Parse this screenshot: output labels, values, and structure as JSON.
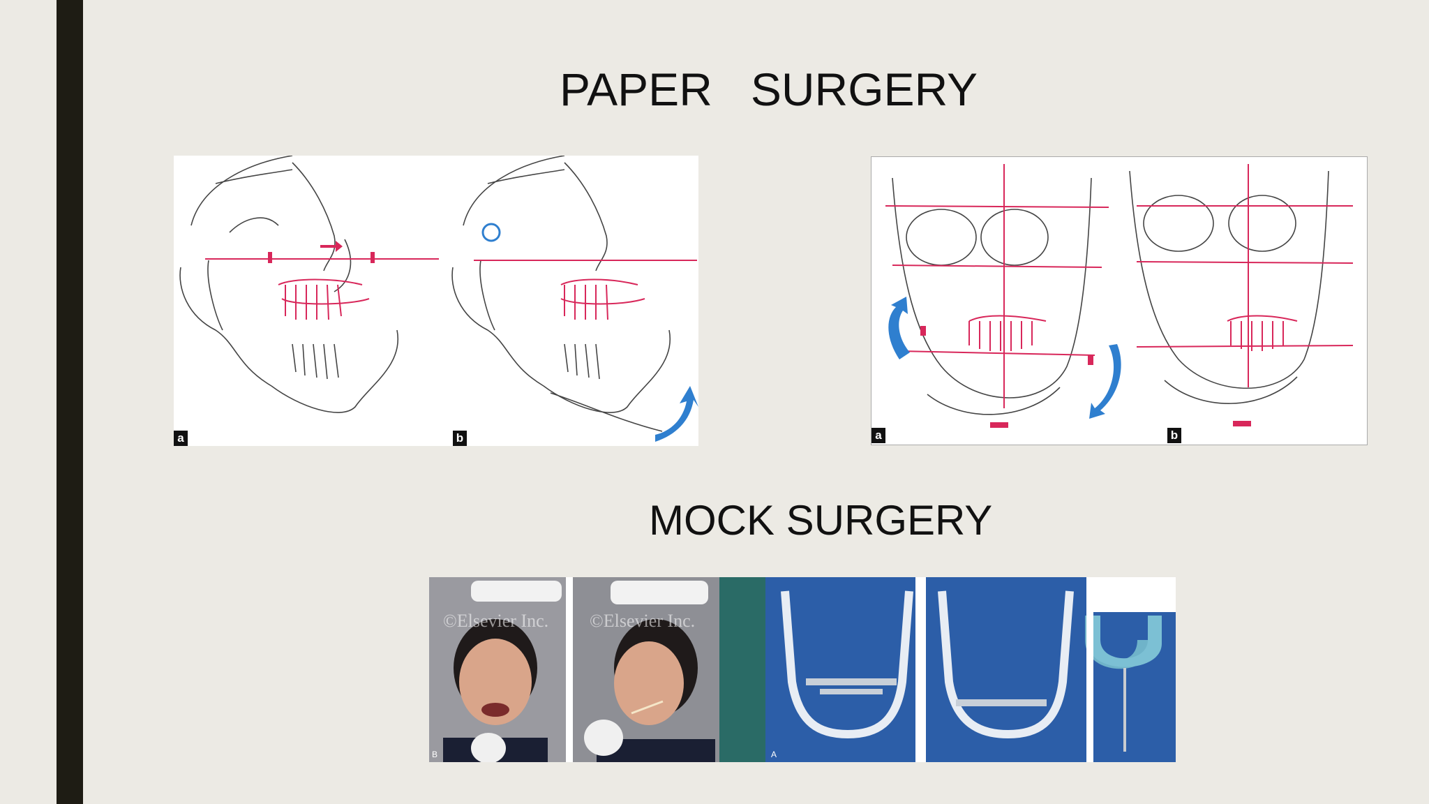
{
  "slide": {
    "title_paper": "PAPER   SURGERY",
    "title_mock": "MOCK SURGERY"
  },
  "panels": {
    "lateral": {
      "label_a": "a",
      "label_b": "b"
    },
    "frontal": {
      "label_a": "a",
      "label_b": "b"
    },
    "photos": {
      "watermark_1": "©Elsevier Inc.",
      "watermark_2": "©Elsevier Inc.",
      "label_b": "B",
      "label_a": "A"
    }
  },
  "colors": {
    "background": "#eceae4",
    "bar": "#1e1c14",
    "tracing_red": "#d8275a",
    "arrow_blue": "#2f7fcf",
    "device_blue": "#2b5da6"
  }
}
